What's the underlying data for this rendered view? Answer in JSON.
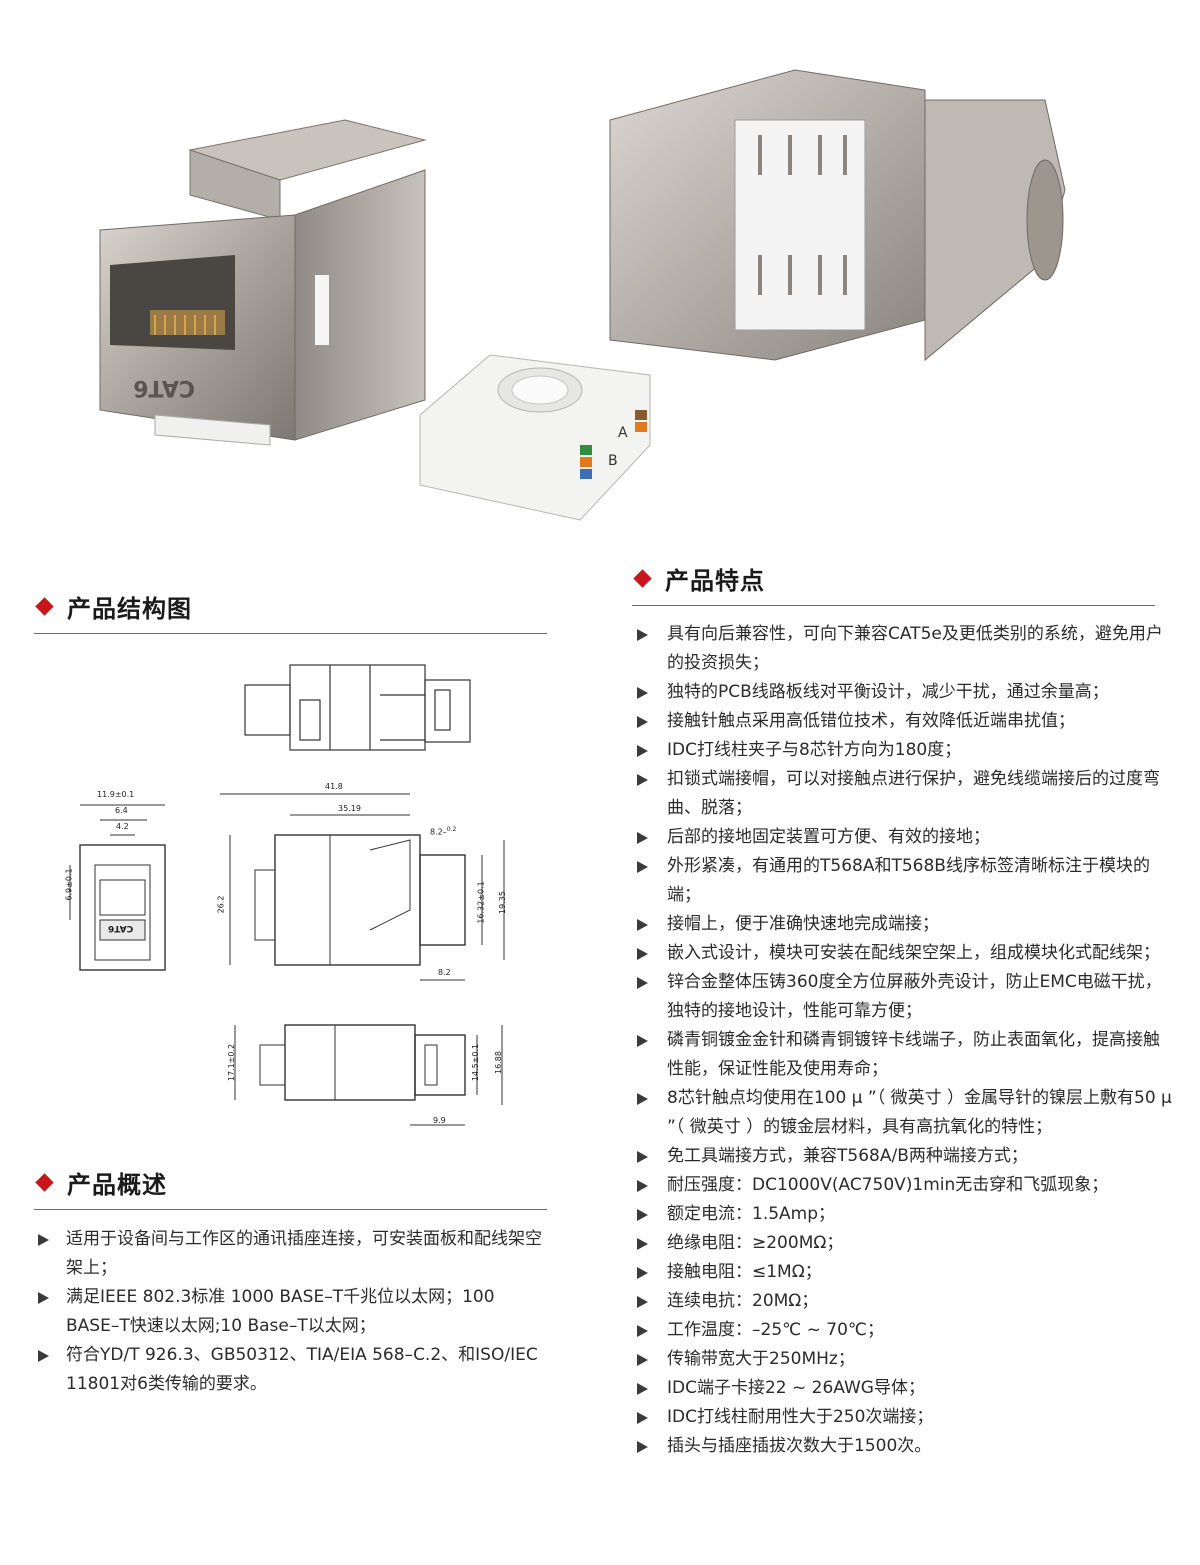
{
  "sections": {
    "structure": {
      "title": "产品结构图"
    },
    "overview": {
      "title": "产品概述",
      "items": [
        "适用于设备间与工作区的通讯插座连接，可安装面板和配线架空架上；",
        "满足IEEE 802.3标准 1000 BASE–T千兆位以太网；100 BASE–T快速以太网;10 Base–T以太网；",
        "符合YD/T 926.3、GB50312、TIA/EIA 568–C.2、和ISO/IEC 11801对6类传输的要求。"
      ]
    },
    "features": {
      "title": "产品特点",
      "items": [
        "具有向后兼容性，可向下兼容CAT5e及更低类别的系统，避免用户的投资损失；",
        "独特的PCB线路板线对平衡设计，减少干扰，通过余量高；",
        "接触针触点采用高低错位技术，有效降低近端串扰值；",
        "IDC打线柱夹子与8芯针方向为180度；",
        "扣锁式端接帽，可以对接触点进行保护，避免线缆端接后的过度弯曲、脱落；",
        "后部的接地固定装置可方便、有效的接地；",
        "外形紧凑，有通用的T568A和T568B线序标签清晰标注于模块的端；",
        "接帽上，便于准确快速地完成端接；",
        "嵌入式设计，模块可安装在配线架空架上，组成模块化式配线架；",
        "锌合金整体压铸360度全方位屏蔽外壳设计，防止EMC电磁干扰，独特的接地设计，性能可靠方便；",
        "磷青铜镀金金针和磷青铜镀锌卡线端子，防止表面氧化，提高接触性能，保证性能及使用寿命；",
        "8芯针触点均使用在100 μ ”（ 微英寸 ）金属导针的镍层上敷有50 μ ”（ 微英寸 ）的镀金层材料，具有高抗氧化的特性；",
        "免工具端接方式，兼容T568A/B两种端接方式；",
        "耐压强度：DC1000V(AC750V)1min无击穿和飞弧现象；",
        "额定电流：1.5Amp；",
        "绝缘电阻：≥200MΩ；",
        "接触电阻：≤1MΩ；",
        "连续电抗：20MΩ；",
        "工作温度：–25℃ ~ 70℃；",
        "传输带宽大于250MHz；",
        "IDC端子卡接22 ~ 26AWG导体；",
        "IDC打线柱耐用性大于250次端接；",
        "插头与插座插拔次数大于1500次。"
      ]
    }
  },
  "product_labels": {
    "cat_marking": "CAT6",
    "wiring_b": "B",
    "wiring_a": "A"
  },
  "dimensions": {
    "front_width": "11.9±0.1",
    "front_inner": "6.4",
    "front_small": "4.2",
    "front_height": "6.9±0.1",
    "front_label": "CAT6",
    "side_total_len": "41.8",
    "side_len": "35.19",
    "side_tail": "8.2–",
    "side_tail_tol": "0.2",
    "side_height": "26.2",
    "side_inner_h": "16.32±0.1",
    "side_outer_h": "19.35",
    "side_bottom": "8.2",
    "bottom_h": "17.1±0.2",
    "bottom_inner_h": "14.5±0.1",
    "bottom_outer_h": "16.88",
    "bottom_w": "9.9"
  }
}
